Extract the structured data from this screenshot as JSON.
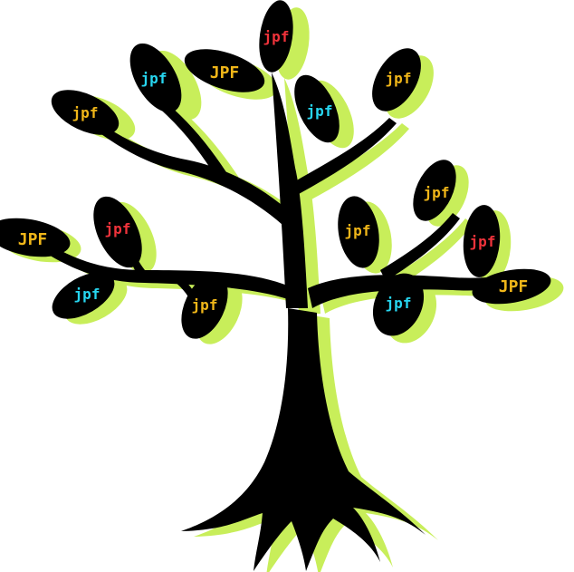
{
  "colors": {
    "trunk": "#000000",
    "shadow": "#c8ee5a",
    "background": "#ffffff",
    "label_yellow": "#f0b619",
    "label_cyan": "#27d6f0",
    "label_red": "#f0333b"
  },
  "leaves": [
    {
      "id": "top-center",
      "text": "jpf",
      "color": "red"
    },
    {
      "id": "upper-left",
      "text": "jpf",
      "color": "cyan"
    },
    {
      "id": "upper-left-center",
      "text": "JPF",
      "color": "yellow"
    },
    {
      "id": "left-high",
      "text": "jpf",
      "color": "yellow"
    },
    {
      "id": "center-right",
      "text": "jpf",
      "color": "cyan"
    },
    {
      "id": "upper-right",
      "text": "jpf",
      "color": "yellow"
    },
    {
      "id": "right-high",
      "text": "jpf",
      "color": "yellow"
    },
    {
      "id": "left-far",
      "text": "JPF",
      "color": "yellow"
    },
    {
      "id": "left-mid",
      "text": "jpf",
      "color": "red"
    },
    {
      "id": "left-low",
      "text": "jpf",
      "color": "cyan"
    },
    {
      "id": "left-lower-center",
      "text": "jpf",
      "color": "yellow"
    },
    {
      "id": "right-mid-left",
      "text": "jpf",
      "color": "yellow"
    },
    {
      "id": "right-mid",
      "text": "jpf",
      "color": "red"
    },
    {
      "id": "right-far",
      "text": "JPF",
      "color": "yellow"
    },
    {
      "id": "right-low",
      "text": "jpf",
      "color": "cyan"
    }
  ]
}
